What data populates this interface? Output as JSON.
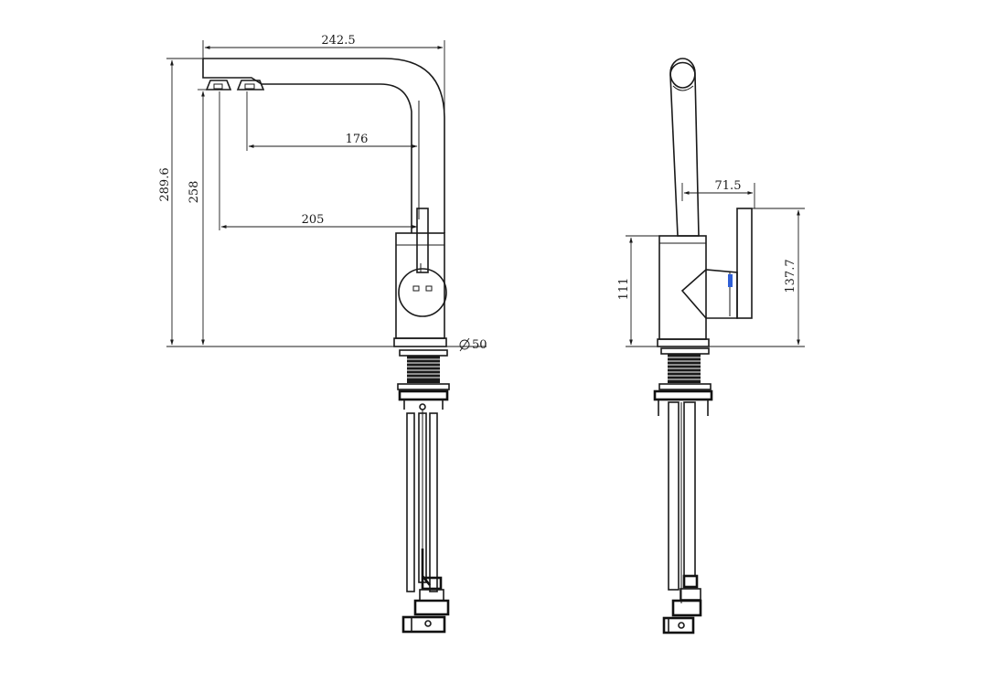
{
  "dimensions": {
    "front": {
      "spout_reach": "242.5",
      "outlet_a_reach": "176",
      "outlet_b_reach": "205",
      "total_height": "289.6",
      "outlet_height": "258",
      "base_diameter": "50"
    },
    "side": {
      "handle_offset": "71.5",
      "handle_height": "137.7",
      "body_height": "111"
    }
  },
  "symbols": {
    "diameter": "Ø"
  },
  "colors": {
    "line": "#1a1a1a",
    "accent": "#2f5fd6"
  }
}
